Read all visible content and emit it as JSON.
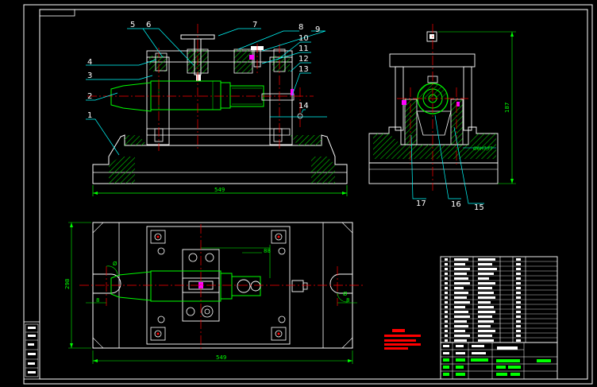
{
  "drawing": {
    "balloons": {
      "b1": "1",
      "b2": "2",
      "b3": "3",
      "b4": "4",
      "b5": "5",
      "b6": "6",
      "b7": "7",
      "b8": "8",
      "b9": "9",
      "b10": "10",
      "b11": "11",
      "b12": "12",
      "b13": "13",
      "b14": "14",
      "b15": "15",
      "b16": "16",
      "b17": "17"
    },
    "dimensions": {
      "front_width": "549",
      "plan_width": "549",
      "side_height": "187",
      "plan_height": "298",
      "plan_offset": "88",
      "bore_fit": "Ø6H7/f7",
      "left_hole": "Ø",
      "right_hole": "Ø",
      "left_8": "8",
      "right_8": "8"
    }
  },
  "colors": {
    "background": "#000000",
    "border": "#ffffff",
    "outline": "#ffffff",
    "leader": "#00ffff",
    "centerline": "#ff0000",
    "parts": "#00ff00",
    "hatch": "#00ff00",
    "dimension": "#00ff00",
    "highlight": "#ff00ff",
    "note": "#ff0000",
    "title_green": "#00ff00"
  }
}
